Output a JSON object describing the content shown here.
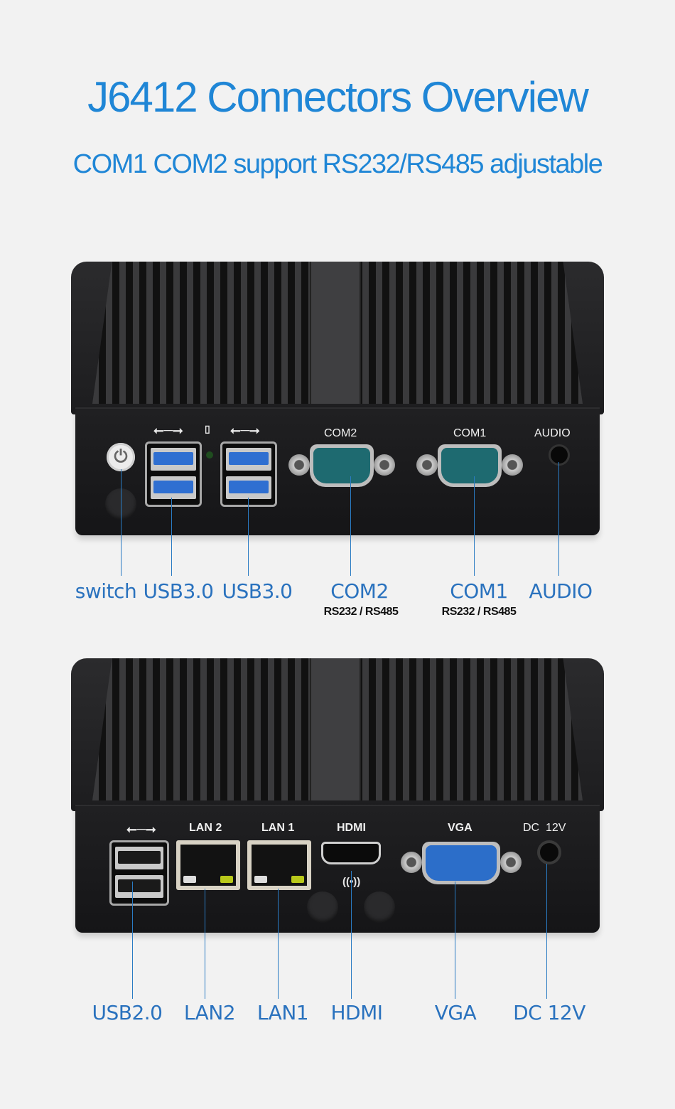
{
  "header": {
    "title": "J6412 Connectors Overview",
    "subtitle": "COM1 COM2 support RS232/RS485 adjustable"
  },
  "colors": {
    "accent_blue": "#1f86d6",
    "callout_blue": "#2a72be",
    "background": "#f2f2f2",
    "device_body": "#1d1d1f"
  },
  "device_top": {
    "panel_labels": {
      "com2": "COM2",
      "com1": "COM1",
      "audio": "AUDIO"
    },
    "icons": {
      "usb_left": "usb-icon",
      "hdd": "hdd-icon",
      "usb_right": "usb-icon",
      "power": "power-icon"
    },
    "callouts": [
      {
        "label": "switch",
        "sub": ""
      },
      {
        "label": "USB3.0",
        "sub": ""
      },
      {
        "label": "USB3.0",
        "sub": ""
      },
      {
        "label": "COM2",
        "sub": "RS232 / RS485"
      },
      {
        "label": "COM1",
        "sub": "RS232 / RS485"
      },
      {
        "label": "AUDIO",
        "sub": ""
      }
    ]
  },
  "device_bottom": {
    "panel_labels": {
      "lan2": "LAN 2",
      "lan1": "LAN 1",
      "hdmi": "HDMI",
      "vga": "VGA",
      "dc": "DC  12V"
    },
    "icons": {
      "usb": "usb-icon",
      "wifi": "wifi-antenna-icon"
    },
    "callouts": [
      {
        "label": "USB2.0"
      },
      {
        "label": "LAN2"
      },
      {
        "label": "LAN1"
      },
      {
        "label": "HDMI"
      },
      {
        "label": "VGA"
      },
      {
        "label": "DC 12V"
      }
    ]
  }
}
